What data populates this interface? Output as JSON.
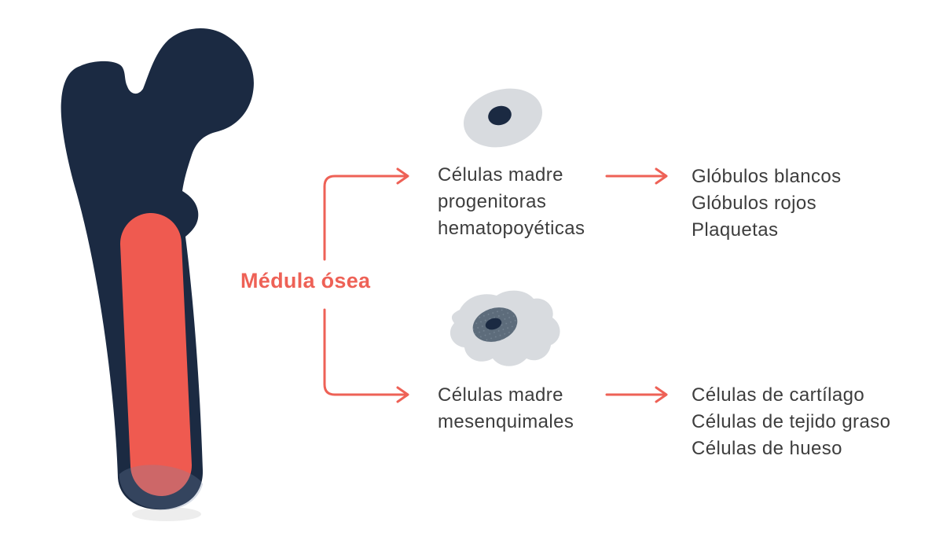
{
  "palette": {
    "background": "#FFFFFF",
    "bone_navy": "#1B2A42",
    "marrow_coral": "#EF5A50",
    "accent_coral": "#EE6156",
    "cell_gray": "#D8DBDF",
    "cell_slate": "#5D6C7B",
    "text_dark": "#3D3D3D"
  },
  "source_label": "Médula ósea",
  "branches": [
    {
      "cell_icon": "hematopoietic-stem-cell",
      "label_lines": [
        "Células madre",
        "progenitoras",
        "hematopoyéticas"
      ],
      "outputs": [
        "Glóbulos blancos",
        "Glóbulos rojos",
        "Plaquetas"
      ]
    },
    {
      "cell_icon": "mesenchymal-stem-cell",
      "label_lines": [
        "Células madre",
        "mesenquimales"
      ],
      "outputs": [
        "Células de cartílago",
        "Células de tejido graso",
        "Células de hueso"
      ]
    }
  ]
}
